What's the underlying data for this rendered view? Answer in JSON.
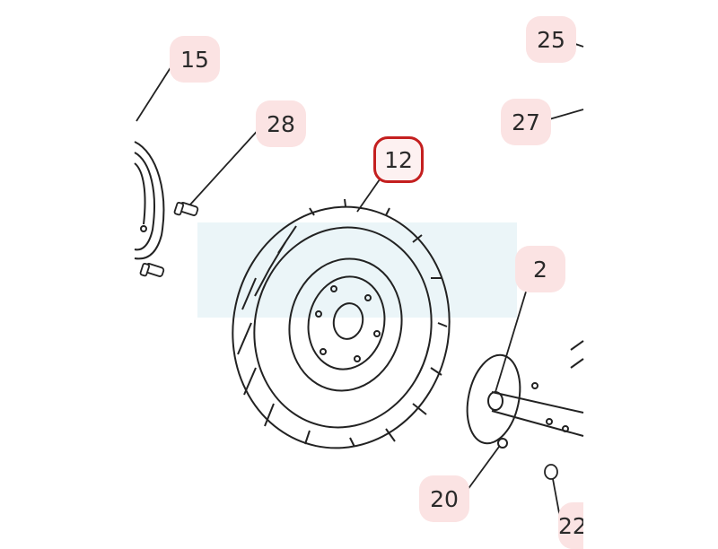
{
  "callouts": {
    "c15": "15",
    "c28": "28",
    "c12": "12",
    "c25": "25",
    "c27": "27",
    "c2": "2",
    "c20": "20",
    "c22": "22"
  },
  "colors": {
    "line": "#222222",
    "callout_bg": "#fbe3e3",
    "selected_border": "#c41f1f",
    "highlight": "#e4f1f6"
  }
}
